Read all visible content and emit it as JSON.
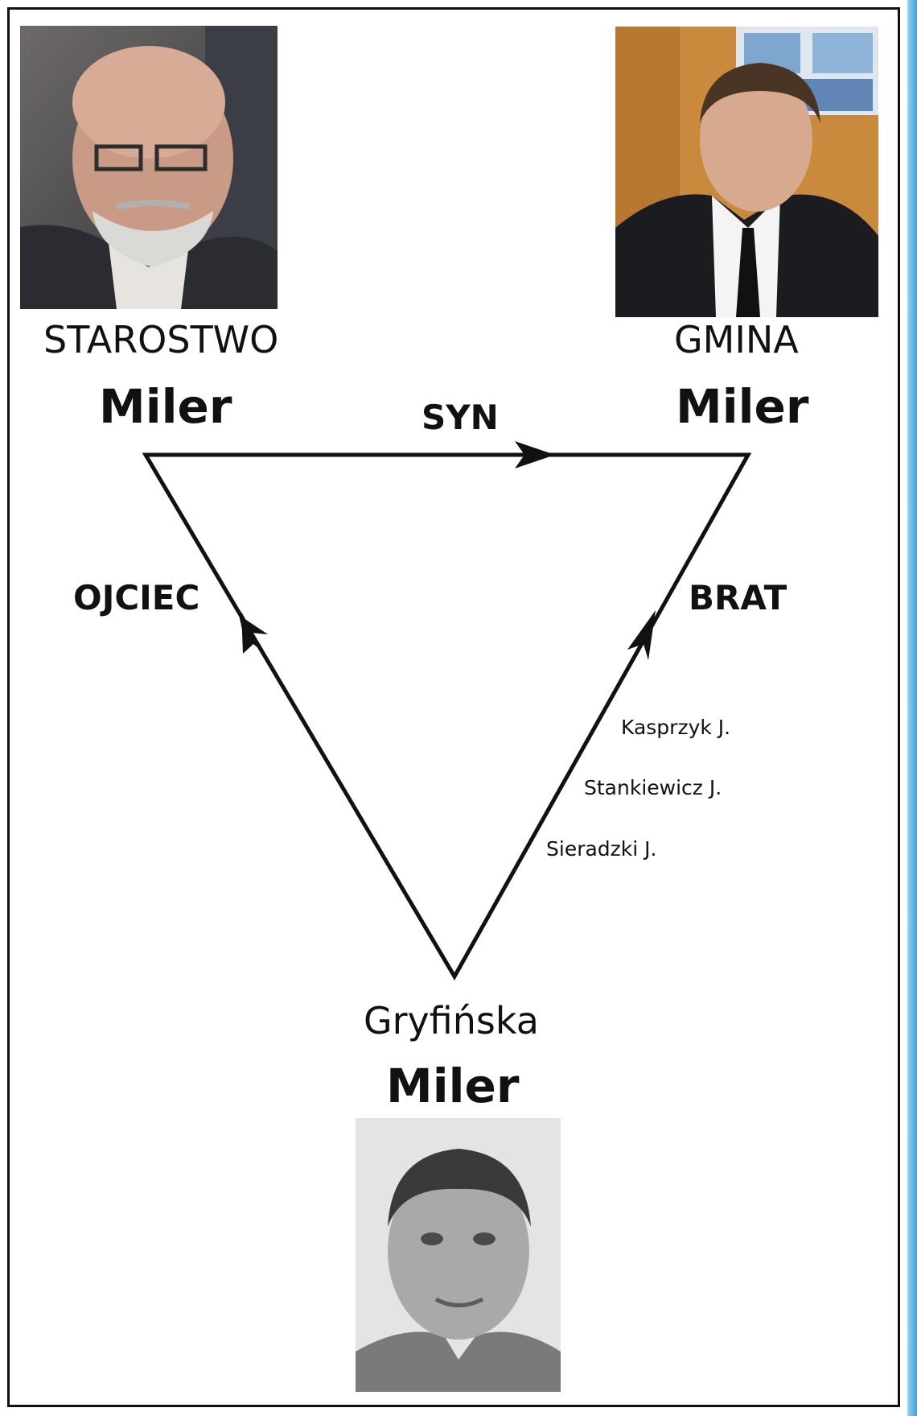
{
  "nodes": {
    "top_left": {
      "place": "STAROSTWO",
      "surname": "Miler"
    },
    "top_right": {
      "place": "GMINA",
      "surname": "Miler"
    },
    "bottom": {
      "place": "Gryfińska",
      "surname": "Miler"
    }
  },
  "relations": {
    "top": "SYN",
    "left": "OJCIEC",
    "right": "BRAT"
  },
  "right_edge_names": [
    "Kasprzyk J.",
    "Stankiewicz J.",
    "Sieradzki J."
  ],
  "colors": {
    "line": "#111111",
    "frame": "#111111",
    "accent_edge": "#3aa0da"
  }
}
